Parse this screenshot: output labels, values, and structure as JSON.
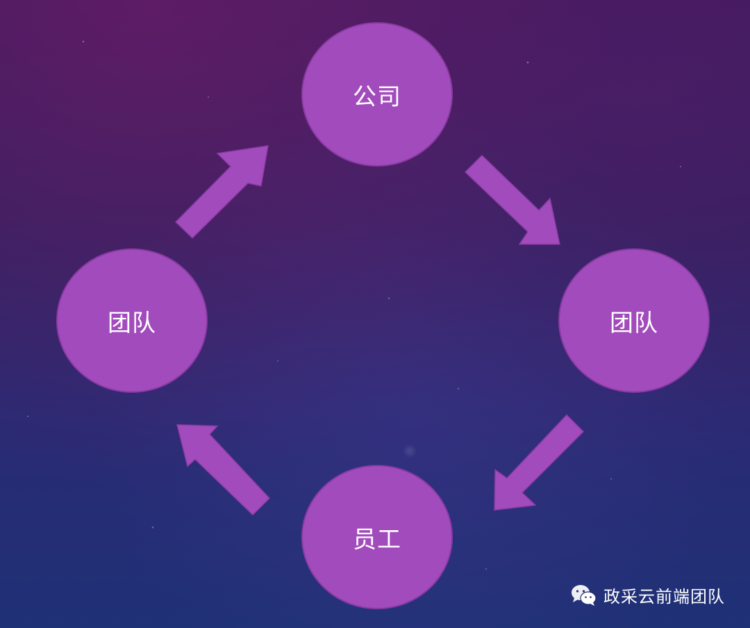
{
  "diagram": {
    "nodes": {
      "top": "公司",
      "right": "团队",
      "bottom": "员工",
      "left": "团队"
    },
    "node_color": "#a24bbd",
    "arrow_color": "#a24bbd"
  },
  "watermark": {
    "text": "政采云前端团队",
    "icon": "wechat-icon"
  }
}
